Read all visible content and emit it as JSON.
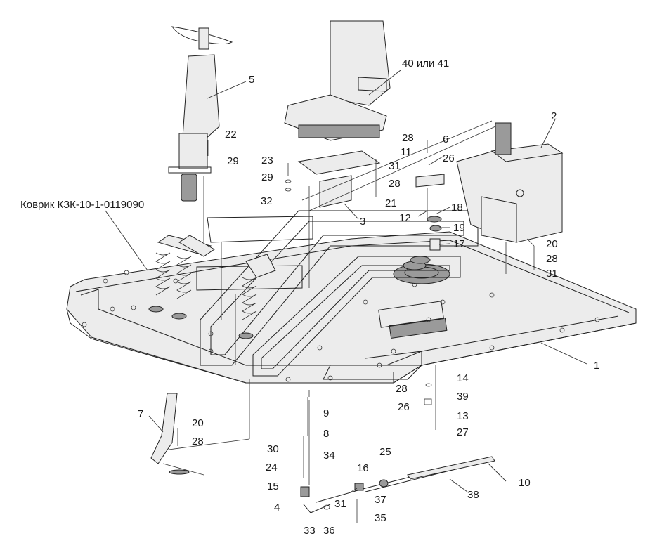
{
  "callouts": [
    {
      "id": "c1",
      "text": "1"
    },
    {
      "id": "c2",
      "text": "2"
    },
    {
      "id": "c3",
      "text": "3"
    },
    {
      "id": "c4",
      "text": "4"
    },
    {
      "id": "c5",
      "text": "5"
    },
    {
      "id": "c6",
      "text": "6"
    },
    {
      "id": "c7",
      "text": "7"
    },
    {
      "id": "c8",
      "text": "8"
    },
    {
      "id": "c9",
      "text": "9"
    },
    {
      "id": "c10",
      "text": "10"
    },
    {
      "id": "c11",
      "text": "11"
    },
    {
      "id": "c12",
      "text": "12"
    },
    {
      "id": "c13",
      "text": "13"
    },
    {
      "id": "c14",
      "text": "14"
    },
    {
      "id": "c15",
      "text": "15"
    },
    {
      "id": "c16",
      "text": "16"
    },
    {
      "id": "c17",
      "text": "17"
    },
    {
      "id": "c18",
      "text": "18"
    },
    {
      "id": "c19",
      "text": "19"
    },
    {
      "id": "c20a",
      "text": "20"
    },
    {
      "id": "c20b",
      "text": "20"
    },
    {
      "id": "c21",
      "text": "21"
    },
    {
      "id": "c22",
      "text": "22"
    },
    {
      "id": "c23",
      "text": "23"
    },
    {
      "id": "c24",
      "text": "24"
    },
    {
      "id": "c25",
      "text": "25"
    },
    {
      "id": "c26a",
      "text": "26"
    },
    {
      "id": "c26b",
      "text": "26"
    },
    {
      "id": "c27",
      "text": "27"
    },
    {
      "id": "c28a",
      "text": "28"
    },
    {
      "id": "c28b",
      "text": "28"
    },
    {
      "id": "c28c",
      "text": "28"
    },
    {
      "id": "c28d",
      "text": "28"
    },
    {
      "id": "c28e",
      "text": "28"
    },
    {
      "id": "c29a",
      "text": "29"
    },
    {
      "id": "c29b",
      "text": "29"
    },
    {
      "id": "c30",
      "text": "30"
    },
    {
      "id": "c31a",
      "text": "31"
    },
    {
      "id": "c31b",
      "text": "31"
    },
    {
      "id": "c31c",
      "text": "31"
    },
    {
      "id": "c32",
      "text": "32"
    },
    {
      "id": "c33",
      "text": "33"
    },
    {
      "id": "c34",
      "text": "34"
    },
    {
      "id": "c35",
      "text": "35"
    },
    {
      "id": "c36",
      "text": "36"
    },
    {
      "id": "c37",
      "text": "37"
    },
    {
      "id": "c38",
      "text": "38"
    },
    {
      "id": "c39",
      "text": "39"
    },
    {
      "id": "c40",
      "text": "40 или 41"
    },
    {
      "id": "cmat",
      "text": "Коврик КЗК-10-1-0119090"
    }
  ]
}
